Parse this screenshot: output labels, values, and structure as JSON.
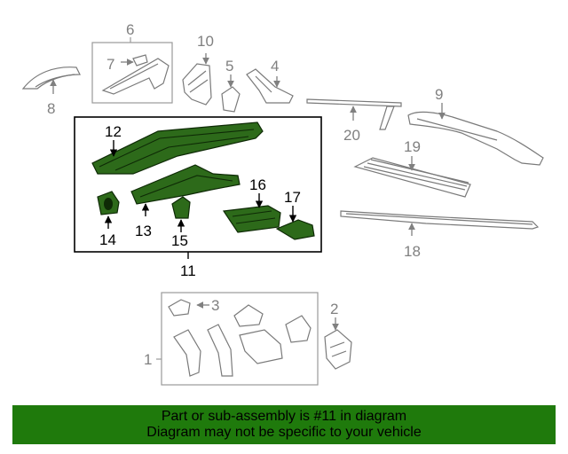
{
  "diagram": {
    "labels": {
      "l1": "1",
      "l2": "2",
      "l3": "3",
      "l4": "4",
      "l5": "5",
      "l6": "6",
      "l7": "7",
      "l8": "8",
      "l9": "9",
      "l10": "10",
      "l11": "11",
      "l12": "12",
      "l13": "13",
      "l14": "14",
      "l15": "15",
      "l16": "16",
      "l17": "17",
      "l18": "18",
      "l19": "19",
      "l20": "20"
    }
  },
  "banner": {
    "line1": "Part or sub-assembly is #11 in diagram",
    "line2": "Diagram may not be specific to your vehicle"
  },
  "colors": {
    "highlight": "#2d6a1a",
    "banner": "#1f7a0c",
    "outline": "#7a7a7a"
  }
}
